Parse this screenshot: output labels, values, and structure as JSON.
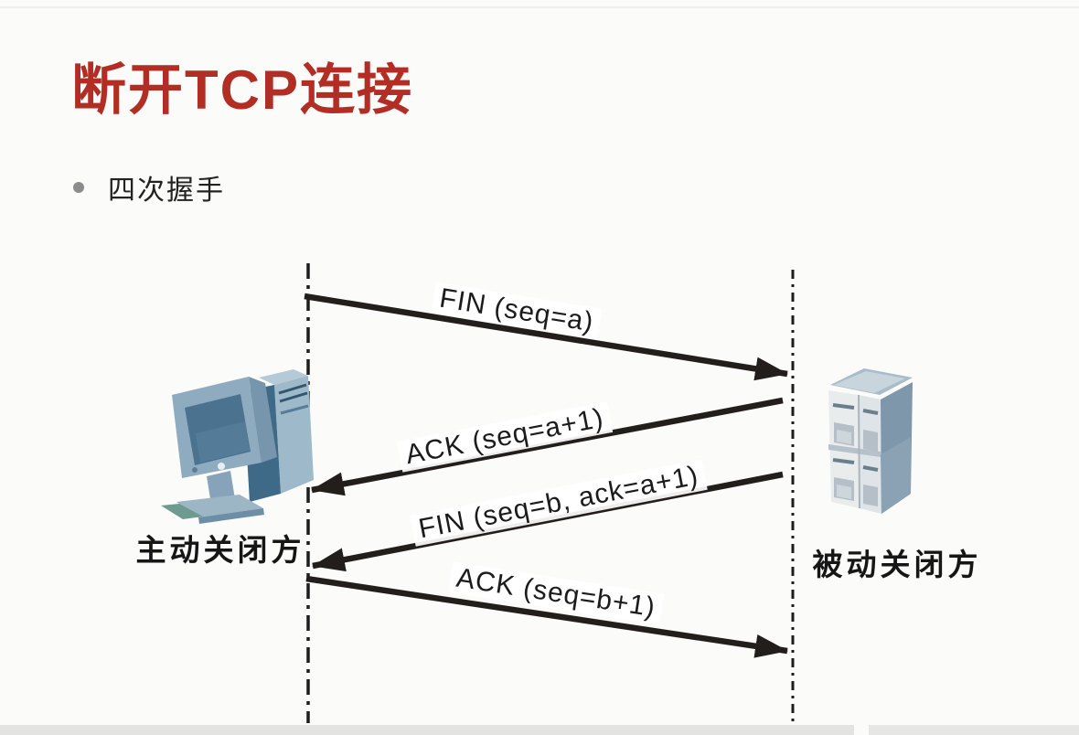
{
  "slide": {
    "title": "断开TCP连接",
    "bullet_text": "四次握手"
  },
  "diagram": {
    "left_actor_label": "主动关闭方",
    "right_actor_label": "被动关闭方",
    "left_actor_role": "active-closer (client computer)",
    "right_actor_role": "passive-closer (server)",
    "messages": [
      {
        "label": "FIN (seq=a)",
        "from": "active-closer",
        "to": "passive-closer"
      },
      {
        "label": "ACK (seq=a+1)",
        "from": "passive-closer",
        "to": "active-closer"
      },
      {
        "label": "FIN (seq=b, ack=a+1)",
        "from": "passive-closer",
        "to": "active-closer"
      },
      {
        "label": "ACK (seq=b+1)",
        "from": "active-closer",
        "to": "passive-closer"
      }
    ]
  },
  "colors": {
    "title_red": "#b22d23",
    "arrow_black": "#221e1c",
    "lifeline_black": "#1d1d1d",
    "bullet_gray": "#8c8c8c",
    "computer_blue": "#8fabc0",
    "screen_blue": "#4b7390",
    "tower_dark_blue": "#3e6a88",
    "server_panel": "#e9eced",
    "server_side": "#7e97aa",
    "bottom_bar_gray": "#e3e3e2"
  }
}
